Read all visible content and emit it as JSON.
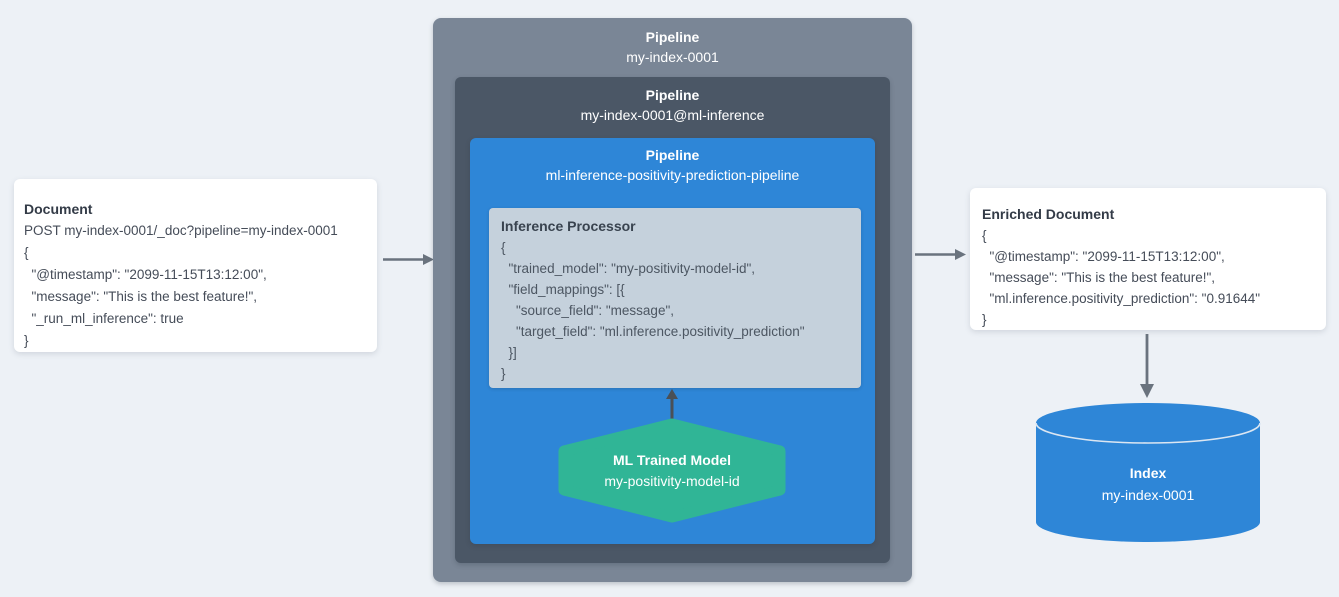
{
  "colors": {
    "page_bg": "#edf1f6",
    "card_bg": "#ffffff",
    "outer_pipeline_bg": "#7a8696",
    "ml_inference_pipeline_bg": "#4b5766",
    "prediction_pipeline_bg": "#2e86d7",
    "processor_bg": "#c5d1dc",
    "model_hexagon_green": "#30b596",
    "index_cylinder_blue": "#2e86d7",
    "flow_arrow_gray": "#6a737e",
    "model_arrow_dark": "#4a5056",
    "title_text": "#333b47",
    "code_text": "#454c58",
    "box_header_text": "#ffffff"
  },
  "document_card": {
    "title": "Document",
    "code_lines": [
      "POST my-index-0001/_doc?pipeline=my-index-0001",
      "{",
      "  \"@timestamp\": \"2099-11-15T13:12:00\",",
      "  \"message\": \"This is the best feature!\",",
      "  \"_run_ml_inference\": true",
      "}"
    ]
  },
  "pipelines": {
    "outer": {
      "label": "Pipeline",
      "name": "my-index-0001"
    },
    "ml_inference": {
      "label": "Pipeline",
      "name": "my-index-0001@ml-inference"
    },
    "prediction": {
      "label": "Pipeline",
      "name": "ml-inference-positivity-prediction-pipeline"
    }
  },
  "inference_processor": {
    "title": "Inference Processor",
    "code_lines": [
      "{",
      "  \"trained_model\": \"my-positivity-model-id\",",
      "  \"field_mappings\": [{",
      "    \"source_field\": \"message\",",
      "    \"target_field\": \"ml.inference.positivity_prediction\"",
      "  }]",
      "}"
    ]
  },
  "ml_trained_model": {
    "title": "ML Trained Model",
    "name": "my-positivity-model-id"
  },
  "enriched_document_card": {
    "title": "Enriched Document",
    "code_lines": [
      "{",
      "  \"@timestamp\": \"2099-11-15T13:12:00\",",
      "  \"message\": \"This is the best feature!\",",
      "  \"ml.inference.positivity_prediction\": \"0.91644\"",
      "}"
    ]
  },
  "index_store": {
    "title": "Index",
    "name": "my-index-0001"
  }
}
